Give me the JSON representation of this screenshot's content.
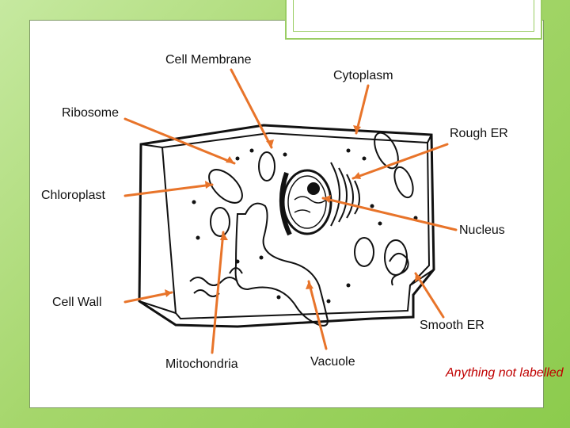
{
  "labels": {
    "cell_membrane": "Cell Membrane",
    "cytoplasm": "Cytoplasm",
    "ribosome": "Ribosome",
    "rough_er": "Rough ER",
    "chloroplast": "Chloroplast",
    "nucleus": "Nucleus",
    "cell_wall": "Cell Wall",
    "smooth_er": "Smooth ER",
    "mitochondria": "Mitochondria",
    "vacuole": "Vacuole"
  },
  "note": "Anything not labelled",
  "colors": {
    "arrow": "#e8742a",
    "note": "#c00000",
    "background": "#a5d66b",
    "frame": "#9acd63"
  }
}
